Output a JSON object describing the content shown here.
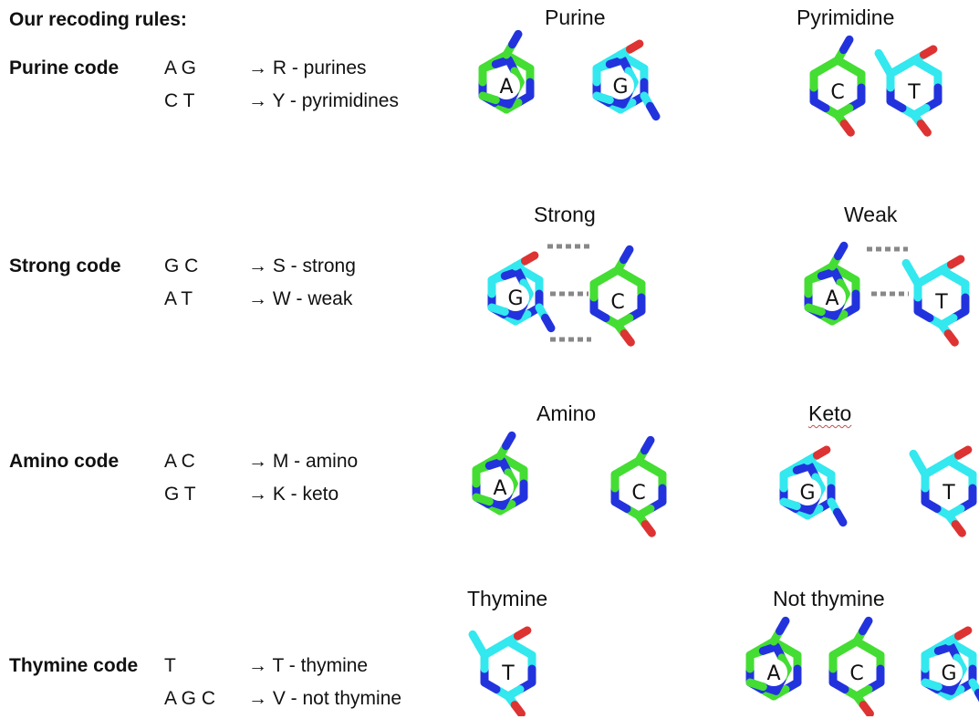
{
  "heading": "Our recoding rules:",
  "rules": [
    {
      "code": "Purine code",
      "lines": [
        {
          "letters": "A G",
          "arrow": "→ R - purines"
        },
        {
          "letters": "C T",
          "arrow": "→ Y - pyrimidines"
        }
      ]
    },
    {
      "code": "Strong code",
      "lines": [
        {
          "letters": "G C",
          "arrow": "→ S - strong"
        },
        {
          "letters": "A T",
          "arrow": "→ W - weak"
        }
      ]
    },
    {
      "code": "Amino code",
      "lines": [
        {
          "letters": "A C",
          "arrow": "→ M - amino"
        },
        {
          "letters": "G T",
          "arrow": "→ K - keto"
        }
      ]
    },
    {
      "code": "Thymine code",
      "lines": [
        {
          "letters": "T",
          "arrow": "→ T - thymine"
        },
        {
          "letters": "A G C",
          "arrow": "→ V - not thymine"
        }
      ]
    }
  ],
  "group_labels": {
    "purine": "Purine",
    "pyrimidine": "Pyrimidine",
    "strong": "Strong",
    "weak": "Weak",
    "amino": "Amino",
    "keto": "Keto",
    "thymine": "Thymine",
    "not_thymine": "Not thymine"
  },
  "bases": {
    "A": "A",
    "G": "G",
    "C": "C",
    "T": "T"
  },
  "colors": {
    "carbon_green": "#44dd33",
    "carbon_cyan": "#33e8ee",
    "nitrogen": "#2233dd",
    "oxygen": "#dd3333",
    "hbond": "#888888"
  }
}
